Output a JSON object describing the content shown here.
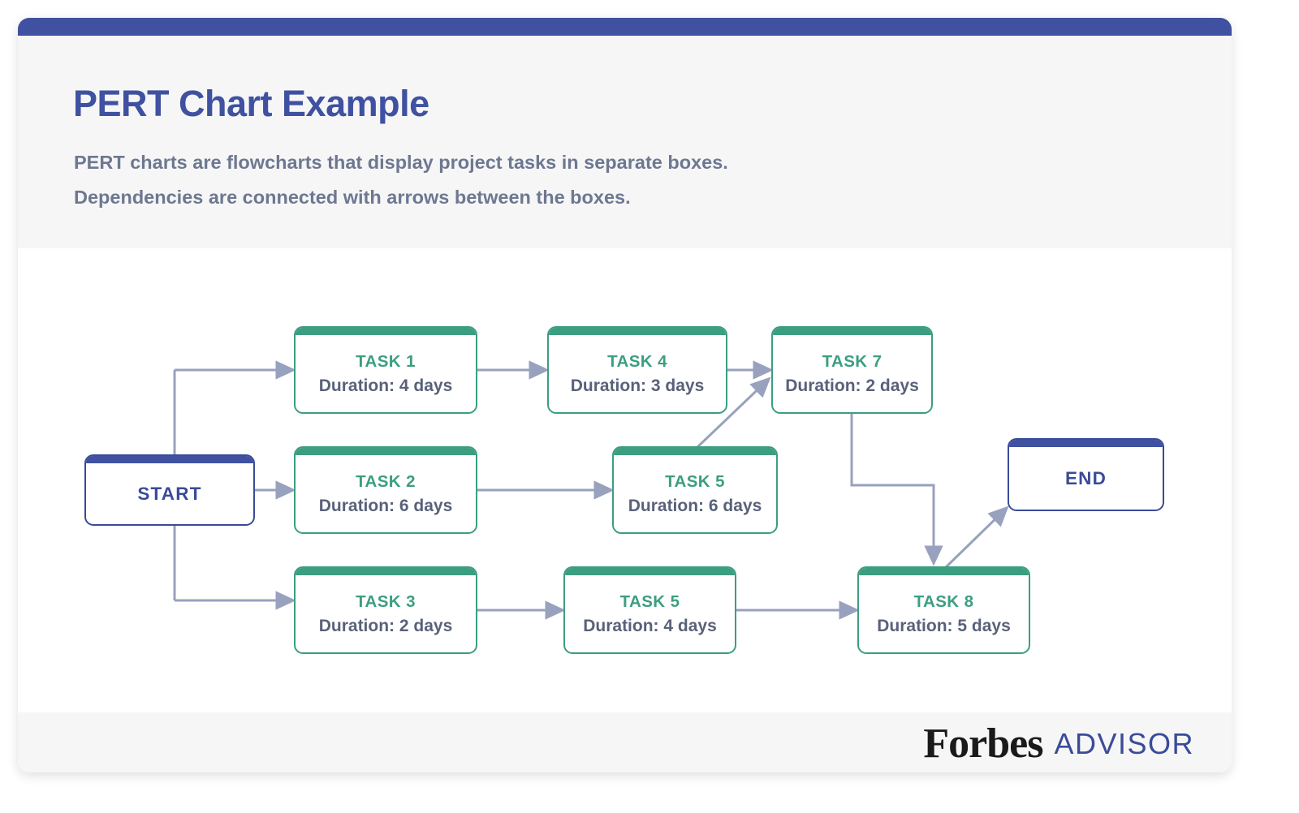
{
  "card": {
    "accent_blue": "#3f51a0",
    "accent_green": "#3c9e81",
    "arrow_color": "#98a1bd",
    "header_bg": "#f6f6f7",
    "body_bg": "#ffffff"
  },
  "header": {
    "title": "PERT Chart Example",
    "subtitle_line1": "PERT charts are flowcharts that display project tasks in separate boxes.",
    "subtitle_line2": "Dependencies are connected with arrows between the boxes."
  },
  "footer": {
    "brand_primary": "Forbes",
    "brand_secondary": "ADVISOR"
  },
  "chart_data": {
    "type": "diagram",
    "diagram_kind": "pert-chart",
    "title": "PERT Chart Example",
    "nodes": [
      {
        "id": "start",
        "label": "START",
        "duration": "",
        "kind": "terminal",
        "color": "#3f51a0"
      },
      {
        "id": "task1",
        "label": "TASK 1",
        "duration": "Duration: 4 days",
        "kind": "task",
        "color": "#3c9e81",
        "days": 4
      },
      {
        "id": "task2",
        "label": "TASK 2",
        "duration": "Duration: 6 days",
        "kind": "task",
        "color": "#3c9e81",
        "days": 6
      },
      {
        "id": "task3",
        "label": "TASK 3",
        "duration": "Duration: 2 days",
        "kind": "task",
        "color": "#3c9e81",
        "days": 2
      },
      {
        "id": "task4",
        "label": "TASK 4",
        "duration": "Duration: 3 days",
        "kind": "task",
        "color": "#3c9e81",
        "days": 3
      },
      {
        "id": "task5a",
        "label": "TASK 5",
        "duration": "Duration: 6 days",
        "kind": "task",
        "color": "#3c9e81",
        "days": 6
      },
      {
        "id": "task5b",
        "label": "TASK 5",
        "duration": "Duration: 4 days",
        "kind": "task",
        "color": "#3c9e81",
        "days": 4
      },
      {
        "id": "task7",
        "label": "TASK 7",
        "duration": "Duration: 2 days",
        "kind": "task",
        "color": "#3c9e81",
        "days": 2
      },
      {
        "id": "task8",
        "label": "TASK 8",
        "duration": "Duration: 5 days",
        "kind": "task",
        "color": "#3c9e81",
        "days": 5
      },
      {
        "id": "end",
        "label": "END",
        "duration": "",
        "kind": "terminal",
        "color": "#3f51a0"
      }
    ],
    "edges": [
      {
        "from": "start",
        "to": "task1"
      },
      {
        "from": "start",
        "to": "task2"
      },
      {
        "from": "start",
        "to": "task3"
      },
      {
        "from": "task1",
        "to": "task4"
      },
      {
        "from": "task4",
        "to": "task7"
      },
      {
        "from": "task2",
        "to": "task5a"
      },
      {
        "from": "task5a",
        "to": "task7"
      },
      {
        "from": "task3",
        "to": "task5b"
      },
      {
        "from": "task5b",
        "to": "task8"
      },
      {
        "from": "task7",
        "to": "task8"
      },
      {
        "from": "task8",
        "to": "end"
      }
    ]
  }
}
